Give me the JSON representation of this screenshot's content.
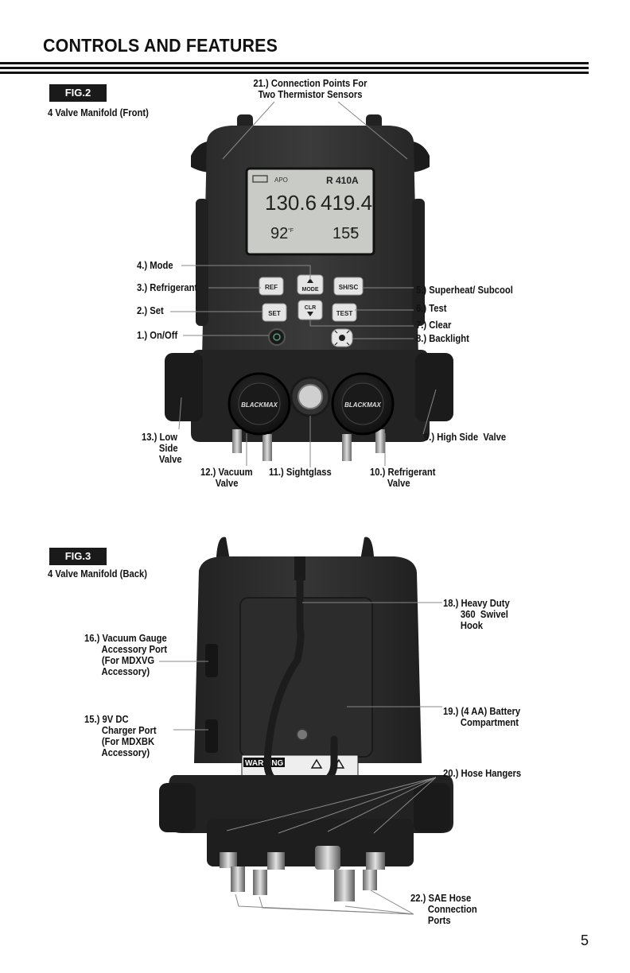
{
  "header": {
    "title": "CONTROLS AND FEATURES"
  },
  "fig2": {
    "badge": "FIG.2",
    "subtitle": "4 Valve Manifold (Front)",
    "lcd": {
      "status": "APO",
      "mode": "R 410A",
      "left_pressure": "130.6",
      "right_pressure": "419.4",
      "left_temp": "92",
      "right_temp": "155",
      "temp_unit": "°F"
    },
    "buttons": {
      "ref": "REF",
      "mode": "MODE",
      "shsc": "SH/SC",
      "set": "SET",
      "clr": "CLR",
      "test": "TEST"
    },
    "knob_brand": "BLACKMAX",
    "callouts": {
      "c21": "21.) Connection Points For\nTwo Thermistor Sensors",
      "c4": "4.) Mode",
      "c3": "3.) Refrigerant",
      "c2": "2.) Set",
      "c1": "1.) On/Off",
      "c5": "5.) Superheat/ Subcool",
      "c6": "6.) Test",
      "c7": "7.) Clear",
      "c8": "8.) Backlight",
      "c13": "13.) Low\n       Side\n       Valve",
      "c9": "9.) High Side  Valve",
      "c12": "12.) Vacuum\n      Valve",
      "c11": "11.) Sightglass",
      "c10": "10.) Refrigerant\n       Valve"
    }
  },
  "fig3": {
    "badge": "FIG.3",
    "subtitle": "4 Valve Manifold (Back)",
    "warning_label": "WARNING",
    "callouts": {
      "c18": "18.) Heavy Duty\n       360  Swivel\n       Hook",
      "c16": "16.) Vacuum Gauge\n       Accessory Port\n       (For MDXVG\n       Accessory)",
      "c19": "19.) (4 AA) Battery\n       Compartment",
      "c15": "15.) 9V DC\n       Charger Port\n       (For MDXBK\n       Accessory)",
      "c20": "20.) Hose Hangers",
      "c22": "22.) SAE Hose\n       Connection\n       Ports"
    }
  },
  "page_number": "5"
}
